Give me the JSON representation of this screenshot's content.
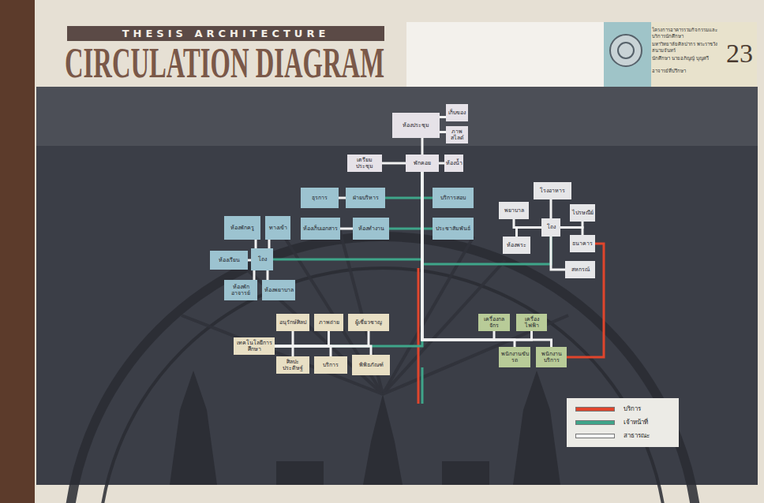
{
  "diagram": {
    "title": "CIRCULATION DIAGRAM",
    "nodes": [
      {
        "text": [
          "ห้องประชุม"
        ]
      },
      {
        "text": [
          "เก็บของ"
        ]
      },
      {
        "text": [
          "ภาพสไลด์"
        ]
      },
      {
        "text": [
          "เตรียมประชุม"
        ]
      },
      {
        "text": [
          "พักคอย"
        ]
      },
      {
        "text": [
          "ห้องน้ำ"
        ]
      },
      {
        "text": [
          "ธุรการ"
        ]
      },
      {
        "text": [
          "ฝ่ายบริหาร"
        ]
      },
      {
        "text": [
          "บริการสอบ"
        ]
      },
      {
        "text": [
          "ห้องเก็บเอกสาร"
        ]
      },
      {
        "text": [
          "ห้องทำงาน"
        ]
      },
      {
        "text": [
          "ประชาสัมพันธ์"
        ]
      },
      {
        "text": [
          "ห้องพักครู"
        ]
      },
      {
        "text": [
          "ทางเข้า"
        ]
      },
      {
        "text": [
          "ห้องเรียน"
        ]
      },
      {
        "text": [
          "โถง"
        ]
      },
      {
        "text": [
          "ห้องพักอาจารย์"
        ]
      },
      {
        "text": [
          "ห้องพยาบาล"
        ]
      },
      {
        "text": [
          "โรงอาหาร"
        ]
      },
      {
        "text": [
          "พยาบาล"
        ]
      },
      {
        "text": [
          "ไปรษณีย์"
        ]
      },
      {
        "text": [
          "โถง"
        ]
      },
      {
        "text": [
          "ห้องพระ"
        ]
      },
      {
        "text": [
          "ธนาคาร"
        ]
      },
      {
        "text": [
          "สหกรณ์"
        ]
      },
      {
        "text": [
          "อนุรักษ์ศิลป"
        ]
      },
      {
        "text": [
          "ภาพถ่าย"
        ]
      },
      {
        "text": [
          "ผู้เชี่ยวชาญ"
        ]
      },
      {
        "text": [
          "เทคโนโลยีการศึกษา"
        ]
      },
      {
        "text": [
          "ศิลปะประดิษฐ์"
        ]
      },
      {
        "text": [
          "บริการ"
        ]
      },
      {
        "text": [
          "พิพิธภัณฑ์"
        ]
      },
      {
        "text": [
          "เครื่องกลจักร"
        ]
      },
      {
        "text": [
          "เครื่องไฟฟ้า"
        ]
      },
      {
        "text": [
          "พนักงานขับรถ"
        ]
      },
      {
        "text": [
          "พนักงานบริการ"
        ]
      }
    ],
    "edges": [
      {
        "from": 4,
        "to": 0,
        "arrow": "none"
      },
      {
        "from": 4,
        "to": 3,
        "arrow": "none"
      },
      {
        "from": 4,
        "to": 5,
        "arrow": "none"
      },
      {
        "from": 0,
        "to": 1,
        "arrow": "none"
      },
      {
        "from": 0,
        "to": 2,
        "arrow": "none"
      },
      {
        "from": 4,
        "to": 7,
        "arrow": "none"
      },
      {
        "from": 4,
        "to": 8,
        "arrow": "none"
      },
      {
        "from": 4,
        "to": 10,
        "arrow": "none"
      },
      {
        "from": 4,
        "to": 11,
        "arrow": "none"
      },
      {
        "from": 7,
        "to": 6,
        "arrow": "none"
      },
      {
        "from": 10,
        "to": 9,
        "arrow": "none"
      },
      {
        "from": 4,
        "to": 15,
        "arrow": "none"
      },
      {
        "from": 15,
        "to": 14,
        "arrow": "none"
      },
      {
        "from": 15,
        "to": 12,
        "arrow": "none"
      },
      {
        "from": 15,
        "to": 13,
        "arrow": "none"
      },
      {
        "from": 15,
        "to": 16,
        "arrow": "none"
      },
      {
        "from": 15,
        "to": 17,
        "arrow": "none"
      },
      {
        "from": 4,
        "to": 21,
        "arrow": "none"
      },
      {
        "from": 21,
        "to": 18,
        "arrow": "none"
      },
      {
        "from": 21,
        "to": 19,
        "arrow": "none"
      },
      {
        "from": 21,
        "to": 20,
        "arrow": "none"
      },
      {
        "from": 21,
        "to": 22,
        "arrow": "none"
      },
      {
        "from": 21,
        "to": 23,
        "arrow": "none"
      },
      {
        "from": 21,
        "to": 24,
        "arrow": "none"
      },
      {
        "from": 23,
        "to": 35,
        "arrow": "none"
      },
      {
        "from": 4,
        "to": 28,
        "arrow": "none"
      },
      {
        "from": 28,
        "to": 25,
        "arrow": "none"
      },
      {
        "from": 28,
        "to": 26,
        "arrow": "none"
      },
      {
        "from": 28,
        "to": 27,
        "arrow": "none"
      },
      {
        "from": 28,
        "to": 29,
        "arrow": "none"
      },
      {
        "from": 28,
        "to": 30,
        "arrow": "none"
      },
      {
        "from": 28,
        "to": 31,
        "arrow": "none"
      },
      {
        "from": 4,
        "to": 32,
        "arrow": "none"
      },
      {
        "from": 4,
        "to": 33,
        "arrow": "none"
      },
      {
        "from": 4,
        "to": 34,
        "arrow": "none"
      },
      {
        "from": 4,
        "to": 35,
        "arrow": "none"
      }
    ],
    "labels": [
      "THESIS ARCHITECTURE",
      "โครงการอาคารรวมกิจกรรมและบริการนักศึกษา",
      "มหาวิทยาลัยศิลปากร พระราชวังสนามจันทร์",
      "นักศึกษา นายอภิญญ์ บุญศรี",
      "อาจารย์ที่ปรึกษา",
      "23"
    ],
    "legend": [
      {
        "text": "บริการ",
        "color": "#e0452c"
      },
      {
        "text": "เจ้าหน้าที่",
        "color": "#3fa58a"
      },
      {
        "text": "สาธารณะ",
        "color": "#f2f2f2"
      }
    ]
  }
}
